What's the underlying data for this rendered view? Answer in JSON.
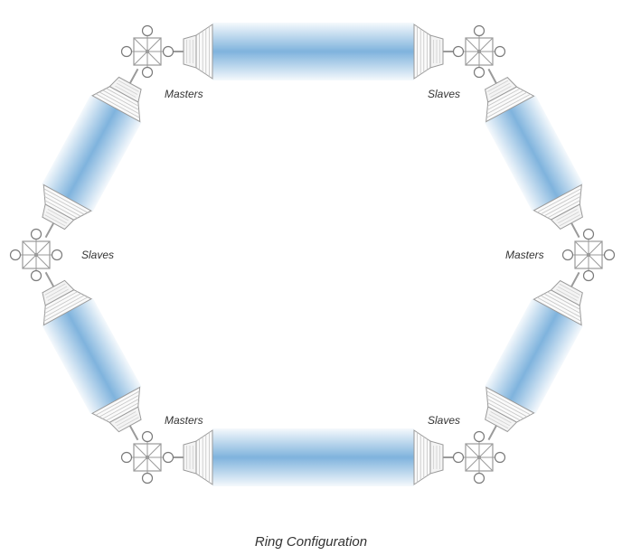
{
  "caption": "Ring Configuration",
  "labels": {
    "top_left": "Masters",
    "top_right": "Slaves",
    "mid_left": "Slaves",
    "mid_right": "Masters",
    "bottom_left": "Masters",
    "bottom_right": "Slaves"
  },
  "nodes": [
    {
      "id": "node-top-left",
      "label_key": "top_left"
    },
    {
      "id": "node-top-right",
      "label_key": "top_right"
    },
    {
      "id": "node-mid-left",
      "label_key": "mid_left"
    },
    {
      "id": "node-mid-right",
      "label_key": "mid_right"
    },
    {
      "id": "node-bottom-left",
      "label_key": "bottom_left"
    },
    {
      "id": "node-bottom-right",
      "label_key": "bottom_right"
    }
  ],
  "links": [
    {
      "id": "link-top",
      "from": "node-top-left",
      "to": "node-top-right"
    },
    {
      "id": "link-upper-right",
      "from": "node-top-right",
      "to": "node-mid-right"
    },
    {
      "id": "link-lower-right",
      "from": "node-mid-right",
      "to": "node-bottom-right"
    },
    {
      "id": "link-bottom",
      "from": "node-bottom-right",
      "to": "node-bottom-left"
    },
    {
      "id": "link-lower-left",
      "from": "node-bottom-left",
      "to": "node-mid-left"
    },
    {
      "id": "link-upper-left",
      "from": "node-mid-left",
      "to": "node-top-left"
    }
  ],
  "colors": {
    "beam": "#7fb3dd",
    "line": "#9a9a9a",
    "text": "#333333"
  }
}
